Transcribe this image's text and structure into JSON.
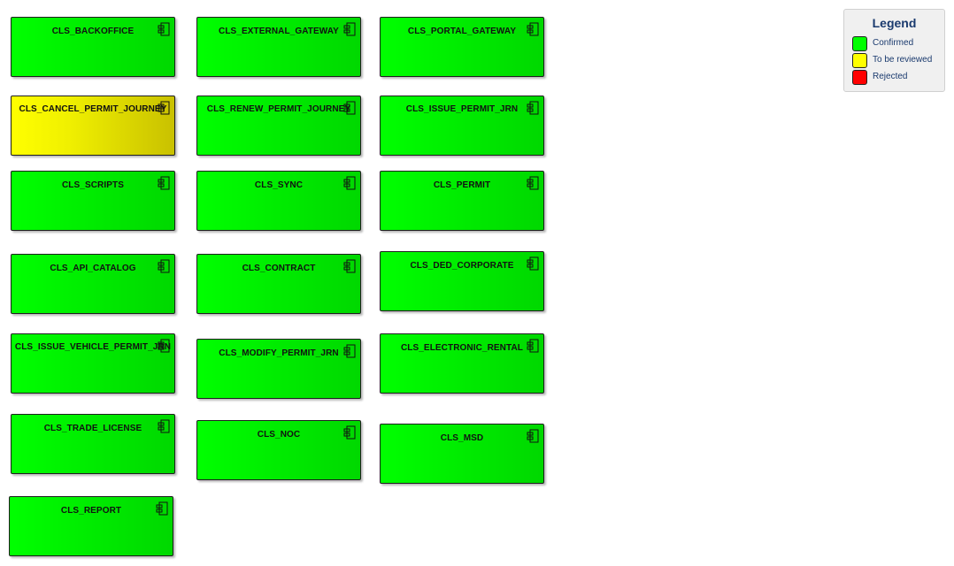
{
  "components": [
    {
      "label": "CLS_BACKOFFICE",
      "status": "confirmed"
    },
    {
      "label": "CLS_EXTERNAL_GATEWAY",
      "status": "confirmed"
    },
    {
      "label": "CLS_PORTAL_GATEWAY",
      "status": "confirmed"
    },
    {
      "label": "CLS_CANCEL_PERMIT_JOURNEY",
      "status": "review"
    },
    {
      "label": "CLS_RENEW_PERMIT_JOURNEY",
      "status": "confirmed"
    },
    {
      "label": "CLS_ISSUE_PERMIT_JRN",
      "status": "confirmed"
    },
    {
      "label": "CLS_SCRIPTS",
      "status": "confirmed"
    },
    {
      "label": "CLS_SYNC",
      "status": "confirmed"
    },
    {
      "label": "CLS_PERMIT",
      "status": "confirmed"
    },
    {
      "label": "CLS_API_CATALOG",
      "status": "confirmed"
    },
    {
      "label": "CLS_CONTRACT",
      "status": "confirmed"
    },
    {
      "label": "CLS_DED_CORPORATE",
      "status": "confirmed"
    },
    {
      "label": "CLS_ISSUE_VEHICLE_PERMIT_JRN",
      "status": "confirmed"
    },
    {
      "label": "CLS_MODIFY_PERMIT_JRN",
      "status": "confirmed"
    },
    {
      "label": "CLS_ELECTRONIC_RENTAL",
      "status": "confirmed"
    },
    {
      "label": "CLS_TRADE_LICENSE",
      "status": "confirmed"
    },
    {
      "label": "CLS_NOC",
      "status": "confirmed"
    },
    {
      "label": "CLS_MSD",
      "status": "confirmed"
    },
    {
      "label": "CLS_REPORT",
      "status": "confirmed"
    }
  ],
  "legend": {
    "title": "Legend",
    "items": [
      {
        "label": "Confirmed",
        "color": "#00ff00"
      },
      {
        "label": "To be reviewed",
        "color": "#ffff00"
      },
      {
        "label": "Rejected",
        "color": "#ff0000"
      }
    ]
  },
  "icon": "component-icon"
}
